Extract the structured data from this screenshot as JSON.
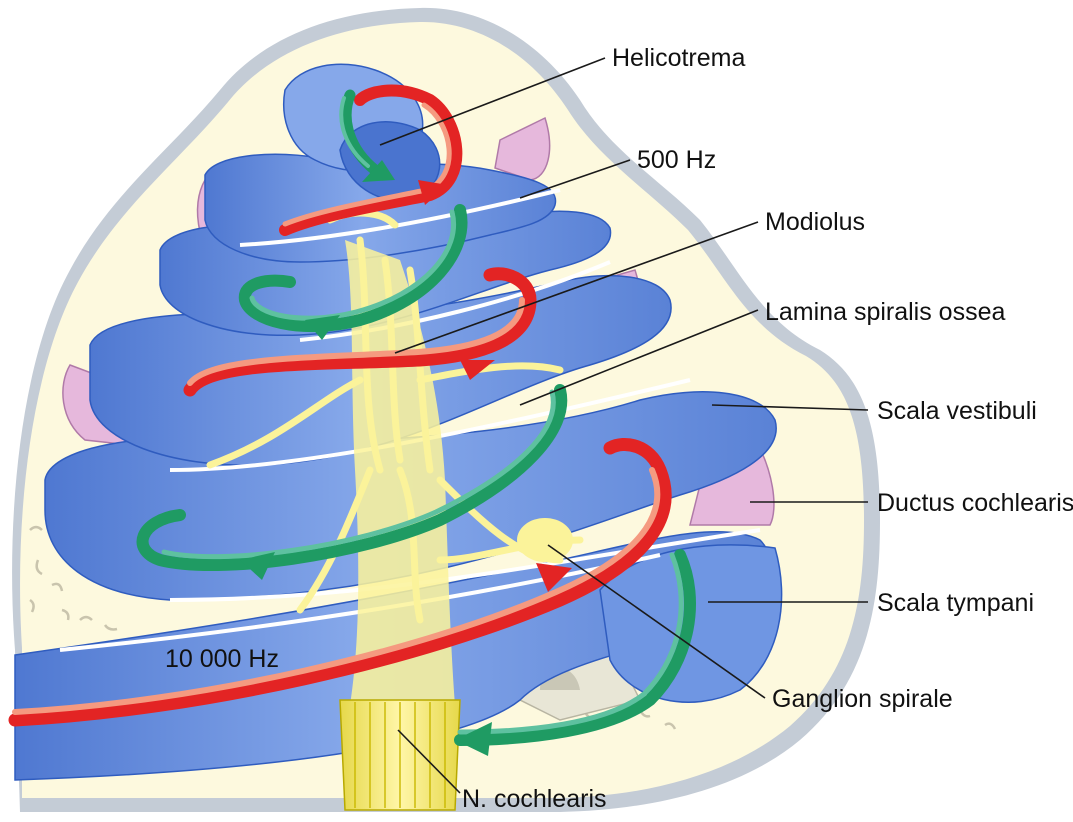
{
  "labels": {
    "helicotrema": "Helicotrema",
    "hz500": "500 Hz",
    "modiolus": "Modiolus",
    "lamina": "Lamina spiralis ossea",
    "scala_vestibuli": "Scala vestibuli",
    "ductus": "Ductus cochlearis",
    "scala_tympani": "Scala tympani",
    "ganglion": "Ganglion spirale",
    "hz10000": "10 000 Hz",
    "n_cochlearis": "N. cochlearis"
  },
  "colors": {
    "bone": "#fdf9de",
    "outer_membrane": "#c4ccd6",
    "duct_blue": "#6f96e3",
    "duct_blue_dark": "#4a74cf",
    "duct_blue_light": "#a9c2f1",
    "nerve_yellow": "#fbf39a",
    "ductus_pink": "#e6b8dc",
    "arrow_red": "#e32424",
    "arrow_salmon": "#f59a80",
    "arrow_green_dark": "#1f9b63",
    "arrow_green_light": "#5ec1a0"
  }
}
